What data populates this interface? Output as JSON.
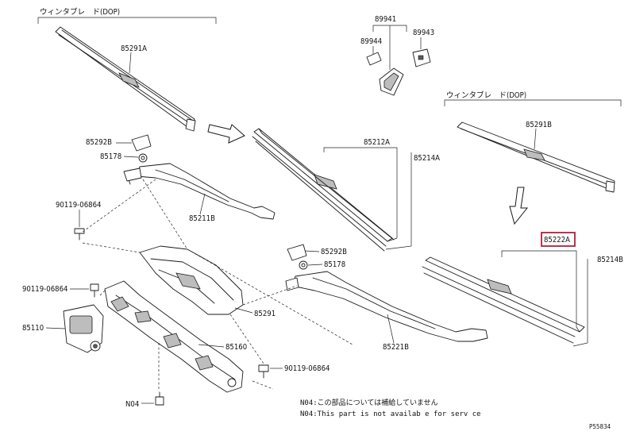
{
  "labels": {
    "wiper_blade_left": "ウィンタブレ　ド(DOP)",
    "wiper_blade_right": "ウィンタブレ　ド(DOP)",
    "p85291A": "85291A",
    "p89941": "89941",
    "p89944": "89944",
    "p89943": "89943",
    "p85291B": "85291B",
    "p85292B_top": "85292B",
    "p85178_top": "85178",
    "p85212A": "85212A",
    "p85214A": "85214A",
    "p90119_top": "90119-06864",
    "p85211B": "85211B",
    "p85292B_mid": "85292B",
    "p85178_mid": "85178",
    "p85222A": "85222A",
    "p85214B": "85214B",
    "p90119_mid": "90119-06864",
    "p85291": "85291",
    "p85110": "85110",
    "p85160": "85160",
    "p85221B": "85221B",
    "p90119_bot": "90119-06864",
    "pN04": "N04",
    "note_jp": "N04:この部品については補給していません",
    "note_en": "N04:This part is not availab e for serv ce",
    "diagram_code": "P55834"
  },
  "colors": {
    "highlight": "#b0203a",
    "line": "#1a1a1a",
    "shade": "#bdbdbd"
  }
}
